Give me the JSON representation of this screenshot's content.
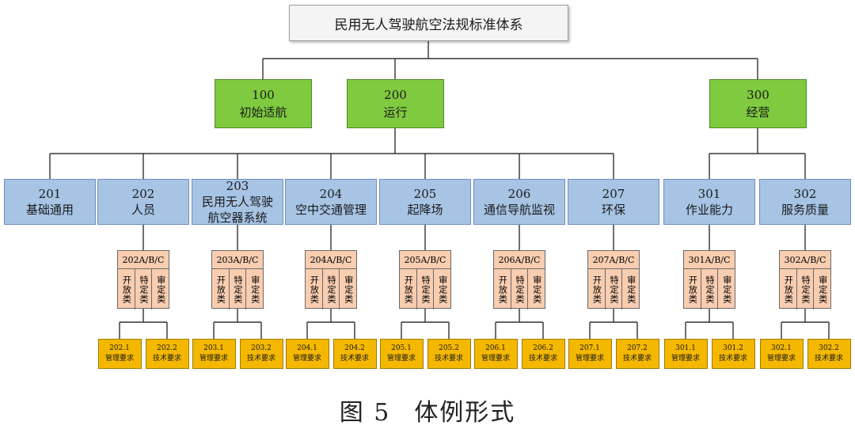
{
  "title": "民用无人驾驶航空法规标准体系",
  "level1": [
    {
      "code": "100",
      "name": "初始适航"
    },
    {
      "code": "200",
      "name": "运行"
    },
    {
      "code": "300",
      "name": "经营"
    }
  ],
  "level2": [
    {
      "code": "201",
      "name": "基础通用"
    },
    {
      "code": "202",
      "name": "人员"
    },
    {
      "code": "203",
      "name": "民用无人驾驶航空器系统"
    },
    {
      "code": "204",
      "name": "空中交通管理"
    },
    {
      "code": "205",
      "name": "起降场"
    },
    {
      "code": "206",
      "name": "通信导航监视"
    },
    {
      "code": "207",
      "name": "环保"
    },
    {
      "code": "301",
      "name": "作业能力"
    },
    {
      "code": "302",
      "name": "服务质量"
    }
  ],
  "level3": [
    {
      "code": "202A/B/C",
      "cats": [
        "开放类",
        "特定类",
        "审定类"
      ],
      "reqs": [
        {
          "code": "202.1",
          "name": "管理要求"
        },
        {
          "code": "202.2",
          "name": "技术要求"
        }
      ]
    },
    {
      "code": "203A/B/C",
      "cats": [
        "开放类",
        "特定类",
        "审定类"
      ],
      "reqs": [
        {
          "code": "203.1",
          "name": "管理要求"
        },
        {
          "code": "203.2",
          "name": "技术要求"
        }
      ]
    },
    {
      "code": "204A/B/C",
      "cats": [
        "开放类",
        "特定类",
        "审定类"
      ],
      "reqs": [
        {
          "code": "204.1",
          "name": "管理要求"
        },
        {
          "code": "204.2",
          "name": "技术要求"
        }
      ]
    },
    {
      "code": "205A/B/C",
      "cats": [
        "开放类",
        "特定类",
        "审定类"
      ],
      "reqs": [
        {
          "code": "205.1",
          "name": "管理要求"
        },
        {
          "code": "205.2",
          "name": "技术要求"
        }
      ]
    },
    {
      "code": "206A/B/C",
      "cats": [
        "开放类",
        "特定类",
        "审定类"
      ],
      "reqs": [
        {
          "code": "206.1",
          "name": "管理要求"
        },
        {
          "code": "206.2",
          "name": "技术要求"
        }
      ]
    },
    {
      "code": "207A/B/C",
      "cats": [
        "开放类",
        "特定类",
        "审定类"
      ],
      "reqs": [
        {
          "code": "207.1",
          "name": "管理要求"
        },
        {
          "code": "207.2",
          "name": "技术要求"
        }
      ]
    },
    {
      "code": "301A/B/C",
      "cats": [
        "开放类",
        "特定类",
        "审定类"
      ],
      "reqs": [
        {
          "code": "301.1",
          "name": "管理要求"
        },
        {
          "code": "301.2",
          "name": "技术要求"
        }
      ]
    },
    {
      "code": "302A/B/C",
      "cats": [
        "开放类",
        "特定类",
        "审定类"
      ],
      "reqs": [
        {
          "code": "302.1",
          "name": "管理要求"
        },
        {
          "code": "302.2",
          "name": "技术要求"
        }
      ]
    }
  ],
  "caption": {
    "fig": "图 5",
    "text": "体例形式"
  }
}
